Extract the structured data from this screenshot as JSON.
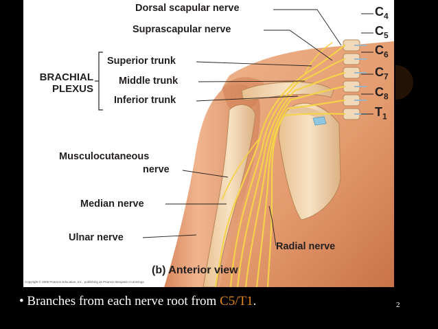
{
  "figure": {
    "labels": {
      "dorsal_scapular": "Dorsal scapular nerve",
      "suprascapular": "Suprascapular nerve",
      "superior_trunk": "Superior trunk",
      "middle_trunk": "Middle trunk",
      "inferior_trunk": "Inferior trunk",
      "brachial": "BRACHIAL",
      "plexus": "PLEXUS",
      "musculocutaneous_1": "Musculocutaneous",
      "musculocutaneous_2": "nerve",
      "median": "Median nerve",
      "ulnar": "Ulnar nerve",
      "radial": "Radial nerve",
      "view": "(b) Anterior view",
      "copyright": "Copyright © 2009 Pearson Education, Inc., publishing as Pearson Benjamin Cummings."
    },
    "roots": [
      {
        "letter": "C",
        "num": "4"
      },
      {
        "letter": "C",
        "num": "5"
      },
      {
        "letter": "C",
        "num": "6"
      },
      {
        "letter": "C",
        "num": "7"
      },
      {
        "letter": "C",
        "num": "8"
      },
      {
        "letter": "T",
        "num": "1"
      }
    ],
    "colors": {
      "skin": "#e9a47a",
      "bone": "#f2d3ae",
      "nerve": "#f4d24a",
      "cartilage": "#8fc6e0"
    }
  },
  "caption": {
    "bullet": "•",
    "text": "Branches from each nerve root from ",
    "highlight": "C5/T1",
    "end": ".",
    "highlight_color": "#e0861f"
  },
  "page_number": "2"
}
